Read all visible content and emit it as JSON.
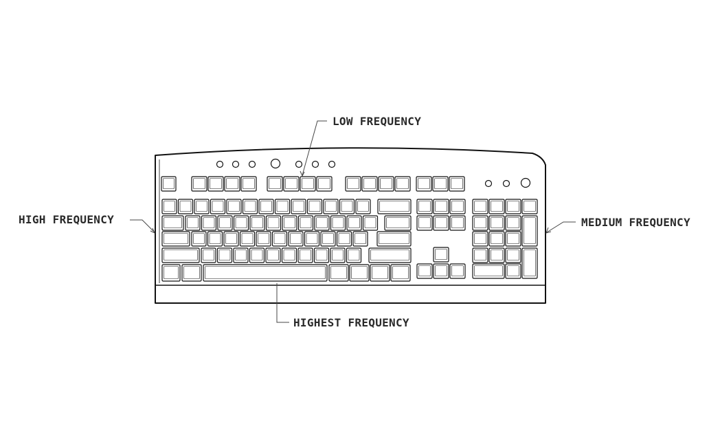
{
  "labels": {
    "low": "LOW FREQUENCY",
    "high": "HIGH FREQUENCY",
    "medium": "MEDIUM FREQUENCY",
    "highest": "HIGHEST FREQUENCY"
  },
  "colors": {
    "line": "#111111",
    "text": "#2a2a2a",
    "background": "#ffffff"
  }
}
